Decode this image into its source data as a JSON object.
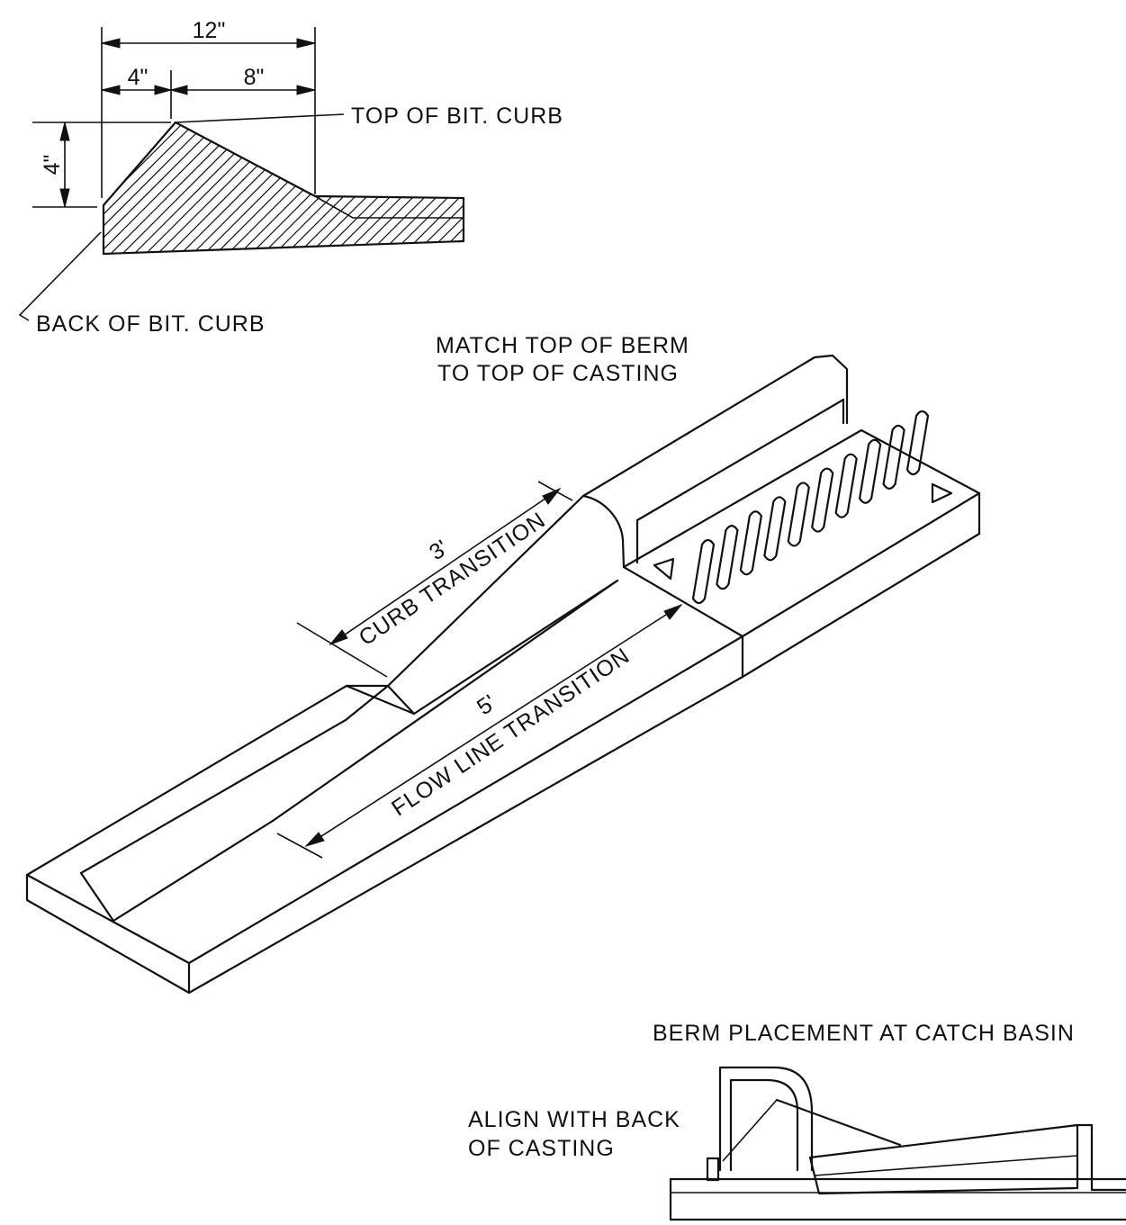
{
  "section_detail": {
    "dim_overall": "12\"",
    "dim_left": "4\"",
    "dim_right": "8\"",
    "dim_height": "4\"",
    "label_top": "TOP OF BIT. CURB",
    "label_back": "BACK OF BIT. CURB"
  },
  "isometric": {
    "note_line1": "MATCH TOP OF BERM",
    "note_line2": "TO TOP OF CASTING",
    "curb_length": "3'",
    "curb_label": "CURB TRANSITION",
    "flow_length": "5'",
    "flow_label": "FLOW LINE TRANSITION"
  },
  "berm_detail": {
    "title": "BERM PLACEMENT AT CATCH BASIN",
    "note_line1": "ALIGN WITH BACK",
    "note_line2": "OF CASTING"
  }
}
